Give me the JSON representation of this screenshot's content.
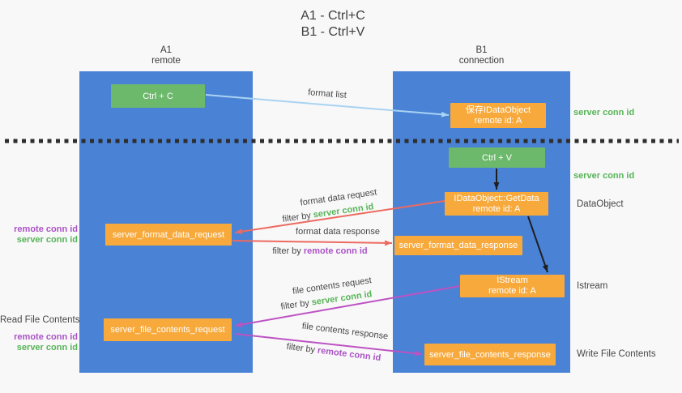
{
  "title": {
    "line1": "A1 - Ctrl+C",
    "line2": "B1 - Ctrl+V"
  },
  "lifelines": {
    "a1": {
      "name": "A1",
      "role": "remote"
    },
    "b1": {
      "name": "B1",
      "role": "connection"
    }
  },
  "boxes": {
    "ctrl_c": {
      "label": "Ctrl + C"
    },
    "save_idataobject": {
      "line1": "保存IDataObject",
      "line2": "remote id: A"
    },
    "ctrl_v": {
      "label": "Ctrl + V"
    },
    "getdata": {
      "line1": "IDataObject::GetData",
      "line2": "remote id: A"
    },
    "format_request": {
      "label": "server_format_data_request"
    },
    "format_response": {
      "label": "server_format_data_response"
    },
    "istream": {
      "line1": "IStream",
      "line2": "remote id: A"
    },
    "file_request": {
      "label": "server_file_contents_request"
    },
    "file_response": {
      "label": "server_file_contents_response"
    }
  },
  "arrow_labels": {
    "format_list": "format list",
    "format_data_request": "format data request",
    "format_data_response": "format data response",
    "file_contents_request": "file contents request",
    "file_contents_response": "file contents response",
    "filter_by": "filter by",
    "server_conn_id": "server conn id",
    "remote_conn_id": "remote conn id"
  },
  "side_labels": {
    "server_conn_id_top": "server conn id",
    "server_conn_id_mid": "server conn id",
    "dataobject": "DataObject",
    "istream": "Istream",
    "write_file_contents": "Write File Contents",
    "read_file_contents": "Read File Contents",
    "remote_conn_id_1": "remote conn id",
    "server_conn_id_1": "server conn id",
    "remote_conn_id_2": "remote conn id",
    "server_conn_id_2": "server conn id"
  },
  "colors": {
    "lifeline_blue": "#4a82d6",
    "box_green": "#6cb96c",
    "box_orange": "#f7a93c",
    "arrow_lightblue": "#a9d3f2",
    "arrow_red": "#ed6a5f",
    "arrow_magenta": "#bd53c3",
    "arrow_black": "#1f1f1f",
    "text_green": "#56b457",
    "text_purple": "#ab53c6",
    "separator_dark": "#2e2e2e"
  }
}
